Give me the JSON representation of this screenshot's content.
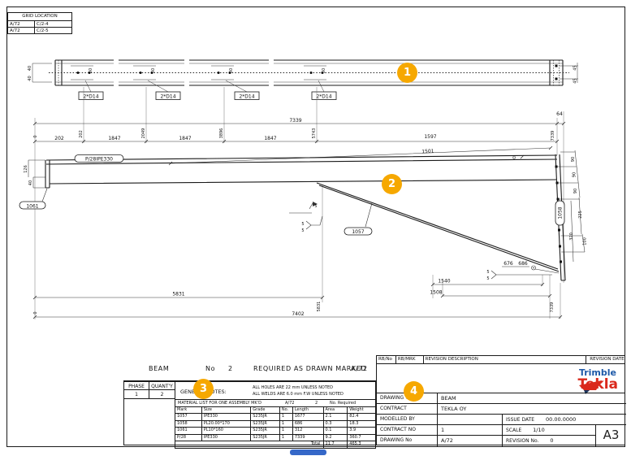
{
  "colors": {
    "marker": "#F6A800",
    "trimble_blue": "#1F5AA8",
    "tekla_red": "#DA291C",
    "scroll_blue": "#3568C8"
  },
  "grid_location": {
    "title": "GRID LOCATION",
    "rows": [
      [
        "A/72",
        "C/2-4"
      ],
      [
        "A/72",
        "C/2-5"
      ]
    ]
  },
  "markers": [
    "1",
    "2",
    "3",
    "4"
  ],
  "tv": {
    "labels": [
      "2*D14",
      "2*D14",
      "2*D14",
      "2*D14"
    ],
    "d50": [
      "50",
      "50",
      "50",
      "50"
    ],
    "d40": [
      "40",
      "40"
    ],
    "d45": [
      "45",
      "45"
    ]
  },
  "mv": {
    "top_total": "7339",
    "d64": "64",
    "right_top": "7339",
    "zero_top": "0",
    "zero_mid": "0",
    "segs": [
      "202",
      "1847",
      "1847",
      "1847"
    ],
    "cum": [
      "202",
      "2049",
      "3896",
      "5743"
    ],
    "d1597": "1597",
    "d1501": "1501",
    "lbl_assembly": "P/28IPE330",
    "lbl_diag": "1057",
    "lbl_plate_left": "1061",
    "lbl_plate_right": "1058",
    "d126": "126",
    "d40": "40",
    "d90": [
      "90",
      "90",
      "90"
    ],
    "d225": "225",
    "d320": "320",
    "d100": "100",
    "d676": "676",
    "d686": "686",
    "w": [
      "5",
      "5",
      "5",
      "5",
      "5"
    ],
    "d1540": "1540",
    "d1508": "1508",
    "d5831": "5831",
    "cum5831": "5831",
    "bot_total": "7402",
    "zero_bot": "0",
    "right_bot": "7339"
  },
  "assembly": {
    "beam": "BEAM",
    "no_label": "No",
    "no_value": "2",
    "req": "REQUIRED AS DRAWN MARKED",
    "mark": "A/72"
  },
  "phase": {
    "h1": "PHASE",
    "h2": "QUANT'Y",
    "v1": "1",
    "v2": "2"
  },
  "notes": {
    "title": "GENERAL NOTES:",
    "line1": "ALL HOLES ARE 22 mm UNLESS NOTED",
    "line2": "ALL WELDS ARE 6.0 mm F.W UNLESS NOTED"
  },
  "material": {
    "caption": "MATERIAL LIST FOR ONE ASSEMBLY MK'D",
    "cap_mark": "A/72",
    "cap_qty": "2",
    "cap_req": "No. Required",
    "headers": [
      "Mark",
      "Size",
      "Grade",
      "No.",
      "Length",
      "Area",
      "Weight"
    ],
    "rows": [
      [
        "1057",
        "IPE330",
        "S235JR",
        "1",
        "1677",
        "2.1",
        "82.4"
      ],
      [
        "1058",
        "PL20.00*170",
        "S235JR",
        "1",
        "686",
        "0.3",
        "18.3"
      ],
      [
        "1061",
        "PL10*160",
        "S235JR",
        "1",
        "312",
        "0.1",
        "3.9"
      ],
      [
        "P/28",
        "IPE330",
        "S235JR",
        "1",
        "7339",
        "9.2",
        "360.7"
      ]
    ],
    "total_label": "Total",
    "total_area": "11.7",
    "total_weight": "465.3"
  },
  "revision": {
    "c1": "RB/No",
    "c2": "RB/MRK",
    "c3": "REVISION DESCRIPTION",
    "c4": "REVISION DATE"
  },
  "logo": {
    "trimble": "Trimble",
    "tekla": "Tekla"
  },
  "titleblock": {
    "l1": "DRAWING TITLE",
    "v1": "BEAM",
    "l2": "CONTRACT",
    "v2": "TEKLA OY",
    "l3": "MODELLED BY",
    "l3b": "ISSUE DATE",
    "v3b": "00.00.0000",
    "l4": "CONTRACT NO",
    "v4": "1",
    "l4b": "SCALE",
    "v4b": "1/10",
    "l5": "DRAWING No",
    "v5": "A/72",
    "l5b": "REVISION No.",
    "v5b": "0",
    "size": "A3"
  }
}
